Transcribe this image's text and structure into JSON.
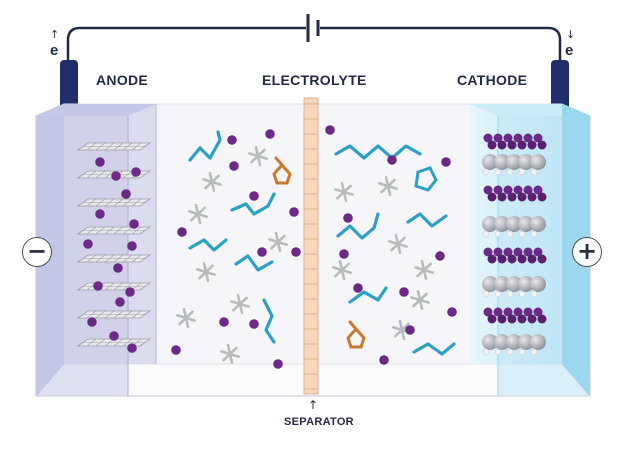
{
  "labels": {
    "anode": "ANODE",
    "electrolyte": "ELECTROLYTE",
    "cathode": "CATHODE",
    "separator": "SEPARATOR"
  },
  "electron": {
    "symbol": "e",
    "left_arrow": "↑",
    "right_arrow": "↓",
    "separator_arrow": "↑"
  },
  "terminals": {
    "negative": "−",
    "positive": "+"
  },
  "colors": {
    "wire": "#1f2a44",
    "terminal": "#1f2f6b",
    "anode_panel": "#c9cbe6",
    "cathode_panel": "#bfe6f6",
    "separator": "#f7c9a4",
    "ion": "#6b2a86",
    "solvent_blue": "#2aa0c4",
    "solvent_orange": "#c87a2c",
    "salt_gray": "#b8bbc2",
    "graphite": "#9a9ca3"
  }
}
